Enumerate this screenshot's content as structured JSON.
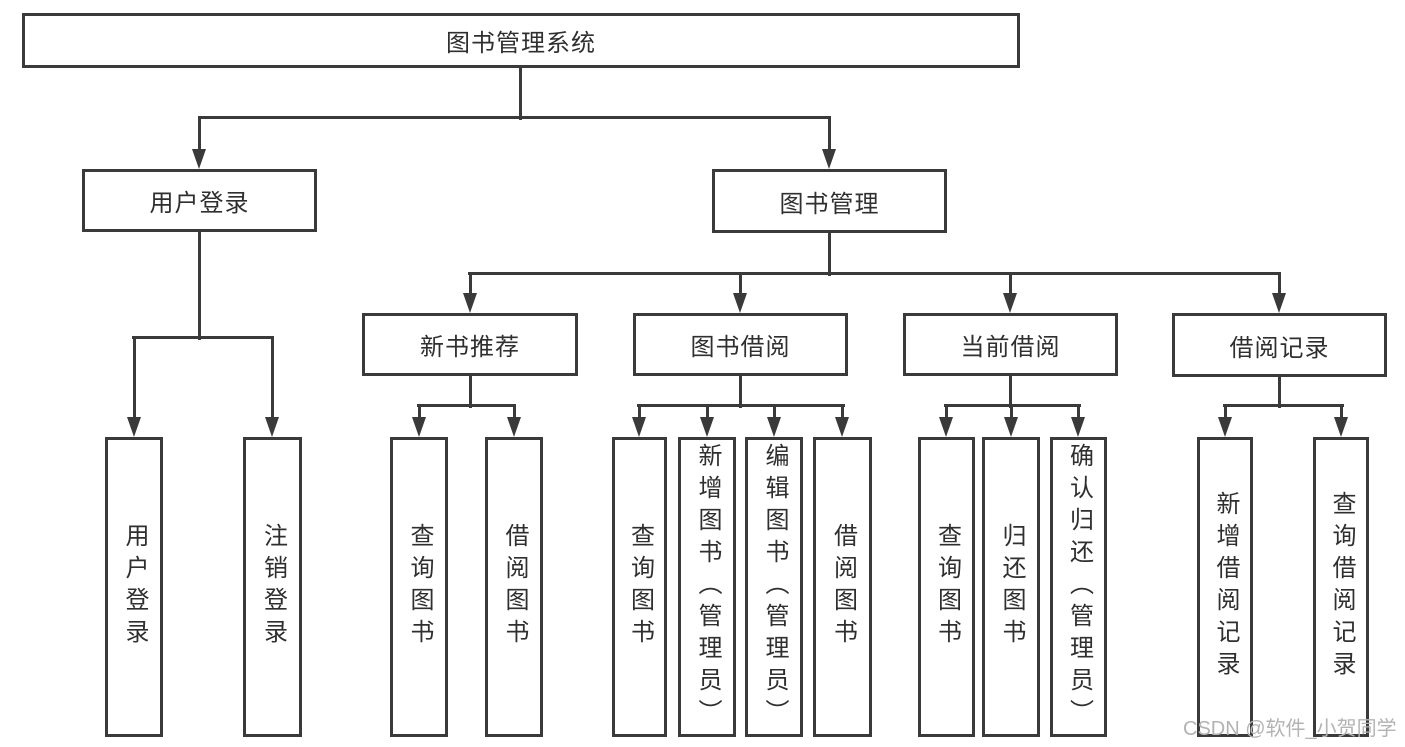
{
  "diagram": {
    "type": "hierarchy-tree",
    "title": "图书管理系统"
  },
  "tree": {
    "label": "图书管理系统",
    "children": [
      {
        "label": "用户登录",
        "children": [
          {
            "label": "用户登录"
          },
          {
            "label": "注销登录"
          }
        ]
      },
      {
        "label": "图书管理",
        "children": [
          {
            "label": "新书推荐",
            "children": [
              {
                "label": "查询图书"
              },
              {
                "label": "借阅图书"
              }
            ]
          },
          {
            "label": "图书借阅",
            "children": [
              {
                "label": "查询图书"
              },
              {
                "label": "新增图书（管理员）"
              },
              {
                "label": "编辑图书（管理员）"
              },
              {
                "label": "借阅图书"
              }
            ]
          },
          {
            "label": "当前借阅",
            "children": [
              {
                "label": "查询图书"
              },
              {
                "label": "归还图书"
              },
              {
                "label": "确认归还（管理员）"
              }
            ]
          },
          {
            "label": "借阅记录",
            "children": [
              {
                "label": "新增借阅记录"
              },
              {
                "label": "查询借阅记录"
              }
            ]
          }
        ]
      }
    ]
  },
  "watermark": {
    "text": "CSDN @软件_小贺同学"
  },
  "colors": {
    "line": "#3a3a3a",
    "text": "#2f2f2f",
    "background": "#ffffff",
    "watermark": "#b3b3b3"
  }
}
